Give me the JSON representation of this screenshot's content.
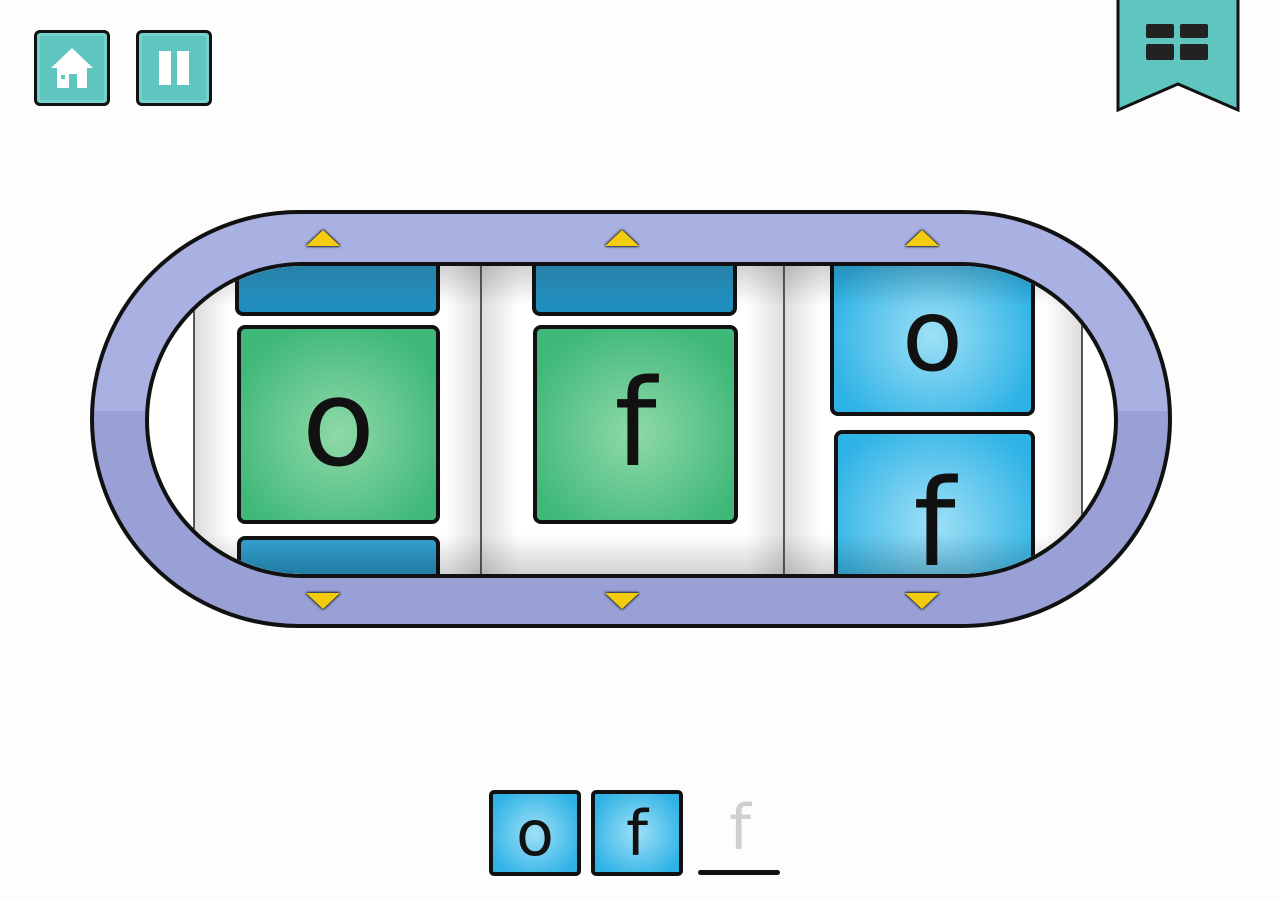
{
  "toolbar": {
    "home_icon": "home-icon",
    "pause_icon": "pause-icon",
    "menu_icon": "grid-icon"
  },
  "reels": [
    {
      "above": "",
      "current": "o",
      "below": ""
    },
    {
      "above": "",
      "current": "f",
      "below": ""
    },
    {
      "above": "o",
      "current": "f",
      "below": ""
    }
  ],
  "answer": {
    "letters": [
      "o",
      "f"
    ],
    "next_hint": "f"
  },
  "colors": {
    "teal": "#5fc6bf",
    "frame": "#a9b1e2",
    "green_tile": "#3fb87a",
    "blue_tile": "#2fb3e6",
    "arrow": "#f3cc10"
  }
}
